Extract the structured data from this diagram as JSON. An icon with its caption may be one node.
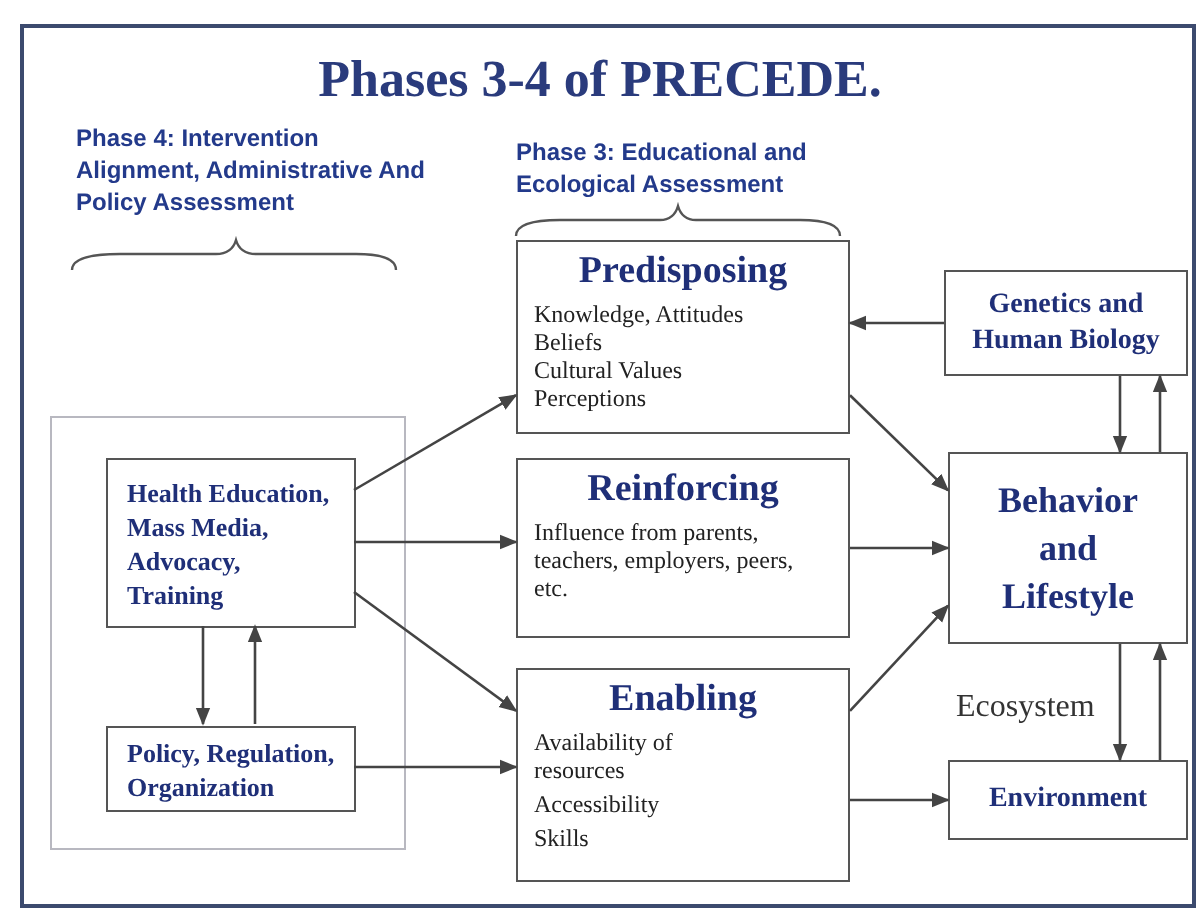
{
  "diagram": {
    "title": "Phases 3-4 of PRECEDE.",
    "nodes": [
      {
        "text": [],
        "shape": "box"
      },
      {
        "text": [
          "Health Education, Mass Media, Advocacy, Training"
        ],
        "in": 0
      },
      {
        "text": [
          "Policy, Regulation, Organization"
        ],
        "in": 0
      },
      {
        "text": [
          "Predisposing",
          "Knowledge, Attitudes",
          "Beliefs",
          "Cultural Values",
          "Perceptions"
        ]
      },
      {
        "text": [
          "Reinforcing",
          "Influence from parents, teachers, employers, peers, etc."
        ]
      },
      {
        "text": [
          "Enabling",
          "Availability of resources",
          "Accessibility",
          "Skills"
        ]
      },
      {
        "text": [
          "Genetics and Human Biology"
        ]
      },
      {
        "text": [
          "Behavior and Lifestyle"
        ]
      },
      {
        "text": [
          "Environment"
        ]
      }
    ],
    "edges": [
      {
        "from": 1,
        "to": 3,
        "arrow": "to"
      },
      {
        "from": 1,
        "to": 4,
        "arrow": "to"
      },
      {
        "from": 1,
        "to": 5,
        "arrow": "to"
      },
      {
        "from": 1,
        "to": 2,
        "arrow": "to"
      },
      {
        "from": 2,
        "to": 1,
        "arrow": "to"
      },
      {
        "from": 2,
        "to": 5,
        "arrow": "to"
      },
      {
        "from": 6,
        "to": 3,
        "arrow": "to"
      },
      {
        "from": 3,
        "to": 7,
        "arrow": "to"
      },
      {
        "from": 4,
        "to": 7,
        "arrow": "to"
      },
      {
        "from": 5,
        "to": 7,
        "arrow": "to"
      },
      {
        "from": 6,
        "to": 7,
        "arrow": "to"
      },
      {
        "from": 7,
        "to": 6,
        "arrow": "to"
      },
      {
        "from": 7,
        "to": 8,
        "arrow": "to"
      },
      {
        "from": 8,
        "to": 7,
        "arrow": "to"
      },
      {
        "from": 5,
        "to": 8,
        "arrow": "to"
      }
    ],
    "labels": [
      "Phase 4: Intervention Alignment, Administrative And Policy Assessment",
      "Phase 3: Educational and Ecological Assessment",
      "Ecosystem"
    ]
  }
}
